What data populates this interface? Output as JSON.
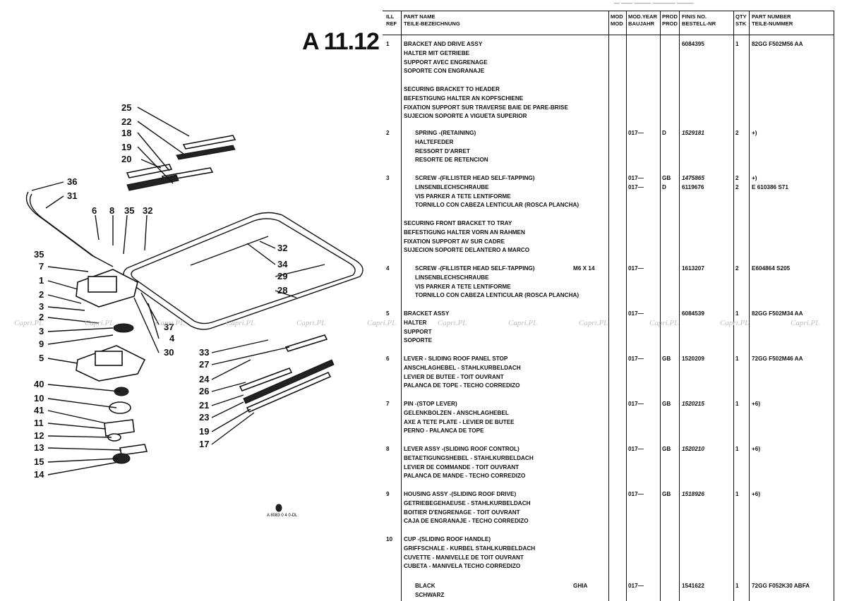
{
  "page": {
    "title": "A 11.12",
    "top_scrap": "— —— ——— ———— ———"
  },
  "watermark": "Capri.PL",
  "diagram": {
    "callouts": [
      "25",
      "22",
      "18",
      "19",
      "20",
      "36",
      "31",
      "6",
      "8",
      "35",
      "32",
      "35",
      "7",
      "1",
      "2",
      "3",
      "2",
      "3",
      "9",
      "5",
      "40",
      "10",
      "41",
      "11",
      "12",
      "13",
      "15",
      "14",
      "32",
      "34",
      "29",
      "28",
      "37",
      "4",
      "30",
      "33",
      "27",
      "24",
      "26",
      "21",
      "23",
      "19",
      "17"
    ],
    "stamp": "A 8083 0 4\n0-DL"
  },
  "table": {
    "headers": {
      "ref": [
        "ILL",
        "REF"
      ],
      "name": [
        "PART NAME",
        "TEILE-BEZEICHNUNG"
      ],
      "mod": [
        "MOD",
        "MOD"
      ],
      "year": [
        "MOD.YEAR",
        "BAUJAHR"
      ],
      "prod": [
        "PROD",
        "PROD"
      ],
      "fins": [
        "FINIS NO.",
        "BESTELL-NR"
      ],
      "qty": [
        "QTY",
        "STK"
      ],
      "pn": [
        "PART NUMBER",
        "TEILE-NUMMER"
      ]
    },
    "entries": [
      {
        "ref": "1",
        "lines": [
          "BRACKET AND DRIVE ASSY",
          "HALTER MIT GETRIEBE",
          "SUPPORT AVEC ENGRENAGE",
          "SOPORTE CON ENGRANAJE"
        ],
        "year": "",
        "prod": "",
        "fins": "6084395",
        "qty": "1",
        "pn": "82GG F502M56 AA",
        "indent": false
      },
      {
        "ref": "",
        "lines": [
          "SECURING BRACKET TO HEADER",
          "BEFESTIGUNG HALTER AN KOPFSCHIENE",
          "FIXATION SUPPORT SUR TRAVERSE BAIE DE PARE-BRISE",
          "SUJECION SOPORTE A VIGUETA SUPERIOR"
        ],
        "year": "",
        "prod": "",
        "fins": "",
        "qty": "",
        "pn": "",
        "indent": false
      },
      {
        "ref": "2",
        "lines": [
          "SPRING -(RETAINING)",
          "HALTEFEDER",
          "RESSORT D'ARRET",
          "RESORTE DE RETENCION"
        ],
        "year": "017—",
        "prod": "D",
        "fins": "1529181",
        "qty": "2",
        "pn": "+)",
        "indent": true
      },
      {
        "ref": "3",
        "lines": [
          "SCREW -(FILLISTER HEAD SELF-TAPPING)",
          "LINSENBLECHSCHRAUBE",
          "VIS PARKER A TETE LENTIFORME",
          "TORNILLO CON CABEZA LENTICULAR (ROSCA PLANCHA)"
        ],
        "year": "017—",
        "year2": "017—",
        "prod": "GB",
        "prod2": "D",
        "fins": "1475865",
        "fins2": "6119676",
        "qty": "2",
        "qty2": "2",
        "pn": "+)",
        "pn2": "E 610386 S71",
        "indent": true
      },
      {
        "ref": "",
        "lines": [
          "SECURING FRONT BRACKET TO TRAY",
          "BEFESTIGUNG HALTER VORN AN RAHMEN",
          "FIXATION SUPPORT AV SUR CADRE",
          "SUJECION SOPORTE DELANTERO A MARCO"
        ],
        "year": "",
        "prod": "",
        "fins": "",
        "qty": "",
        "pn": "",
        "indent": false
      },
      {
        "ref": "4",
        "lines": [
          "SCREW -(FILLISTER HEAD SELF-TAPPING)",
          "LINSENBLECHSCHRAUBE",
          "VIS PARKER A TETE LENTIFORME",
          "TORNILLO CON CABEZA LENTICULAR (ROSCA PLANCHA)"
        ],
        "extra": "M6 X 14",
        "year": "017—",
        "prod": "",
        "fins": "1613207",
        "qty": "2",
        "pn": "E604864 S205",
        "indent": true
      },
      {
        "ref": "5",
        "lines": [
          "BRACKET ASSY",
          "HALTER",
          "SUPPORT",
          "SOPORTE"
        ],
        "year": "017—",
        "prod": "",
        "fins": "6084539",
        "qty": "1",
        "pn": "82GG F502M34 AA",
        "indent": false
      },
      {
        "ref": "6",
        "lines": [
          "LEVER - SLIDING ROOF PANEL STOP",
          "ANSCHLAGHEBEL - STAHLKURBELDACH",
          "LEVIER DE BUTEE - TOIT OUVRANT",
          "PALANCA DE TOPE - TECHO CORREDIZO"
        ],
        "year": "017—",
        "prod": "GB",
        "fins": "1520209",
        "qty": "1",
        "pn": "72GG F502M46 AA",
        "indent": false
      },
      {
        "ref": "7",
        "lines": [
          "PIN -(STOP LEVER)",
          "GELENKBOLZEN - ANSCHLAGHEBEL",
          "AXE A TETE PLATE - LEVIER DE BUTEE",
          "PERNO - PALANCA DE TOPE"
        ],
        "year": "017—",
        "prod": "GB",
        "fins": "1520215",
        "qty": "1",
        "pn": "+6)",
        "indent": false,
        "italic": true
      },
      {
        "ref": "8",
        "lines": [
          "LEVER ASSY -(SLIDING ROOF CONTROL)",
          "BETAETIGUNGSHEBEL - STAHLKURBELDACH",
          "LEVIER DE COMMANDE - TOIT OUVRANT",
          "PALANCA DE MANDE - TECHO CORREDIZO"
        ],
        "year": "017—",
        "prod": "GB",
        "fins": "1520210",
        "qty": "1",
        "pn": "+6)",
        "indent": false,
        "italic": true
      },
      {
        "ref": "9",
        "lines": [
          "HOUSING ASSY -(SLIDING ROOF DRIVE)",
          "GETRIEBEGEHAEUSE - STAHLKURBELDACH",
          "BOITIER D'ENGRENAGE - TOIT OUVRANT",
          "CAJA DE ENGRANAJE - TECHO CORREDIZO"
        ],
        "year": "017—",
        "prod": "GB",
        "fins": "1518926",
        "qty": "1",
        "pn": "+6)",
        "indent": false,
        "italic": true
      },
      {
        "ref": "10",
        "lines": [
          "CUP -(SLIDING ROOF HANDLE)",
          "GRIFFSCHALE - KURBEL STAHLKURBELDACH",
          "CUVETTE - MANIVELLE DE TOIT OUVRANT",
          "CUBETA - MANIVELA TECHO CORREDIZO"
        ],
        "year": "",
        "prod": "",
        "fins": "",
        "qty": "",
        "pn": "",
        "indent": false
      },
      {
        "ref": "",
        "lines": [
          "BLACK",
          "SCHWARZ"
        ],
        "extra": "GHIA",
        "year": "017—",
        "prod": "",
        "fins": "1541622",
        "qty": "1",
        "pn": "72GG F052K30 ABFA",
        "indent": true
      }
    ]
  }
}
